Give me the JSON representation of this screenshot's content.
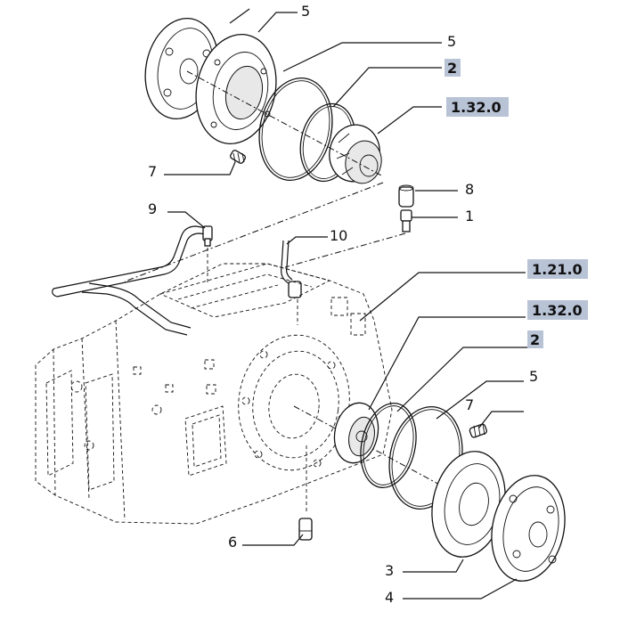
{
  "labels": {
    "top_5a": "5",
    "top_5b": "5",
    "top_2": "2",
    "top_1320": "1.32.0",
    "left_7": "7",
    "right_8": "8",
    "right_1": "1",
    "left_9": "9",
    "mid_10": "10",
    "ref_1210": "1.21.0",
    "ref_1320b": "1.32.0",
    "ref_2b": "2",
    "low_5": "5",
    "low_7": "7",
    "low_6": "6",
    "low_3": "3",
    "low_4": "4"
  },
  "colors": {
    "reference_box": "#b9c3d6",
    "line": "#111111"
  }
}
